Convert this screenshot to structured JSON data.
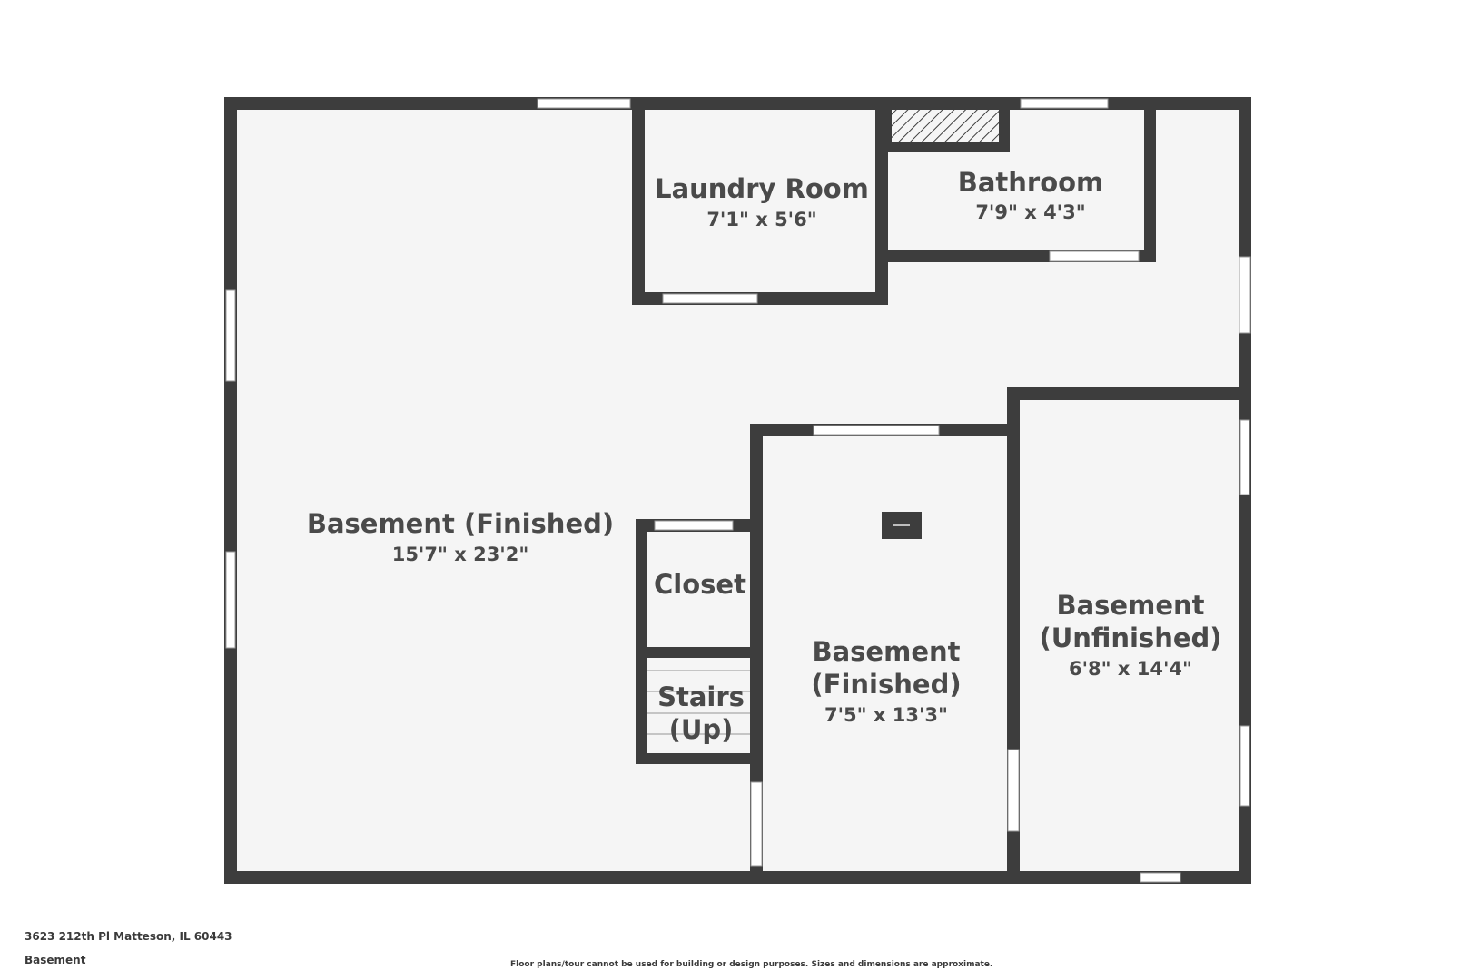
{
  "rooms": {
    "basement_finished_main": {
      "name": "Basement (Finished)",
      "dims": "15'7\" x 23'2\""
    },
    "laundry_room": {
      "name": "Laundry Room",
      "dims": "7'1\" x 5'6\""
    },
    "bathroom": {
      "name": "Bathroom",
      "dims": "7'9\" x 4'3\""
    },
    "closet": {
      "name": "Closet"
    },
    "stairs": {
      "name_line1": "Stairs",
      "name_line2": "(Up)"
    },
    "basement_finished_small": {
      "name_line1": "Basement",
      "name_line2": "(Finished)",
      "dims": "7'5\" x 13'3\""
    },
    "basement_unfinished": {
      "name_line1": "Basement",
      "name_line2": "(Unfinished)",
      "dims": "6'8\" x 14'4\""
    }
  },
  "footer": {
    "address": "3623 212th Pl Matteson, IL 60443",
    "floor": "Basement",
    "disclaimer": "Floor plans/tour cannot be used for building or design purposes. Sizes and dimensions are approximate."
  },
  "colors": {
    "wall": "#3d3d3d",
    "floor": "#f5f5f5",
    "text": "#4a4a4a",
    "window": "#ffffff"
  }
}
